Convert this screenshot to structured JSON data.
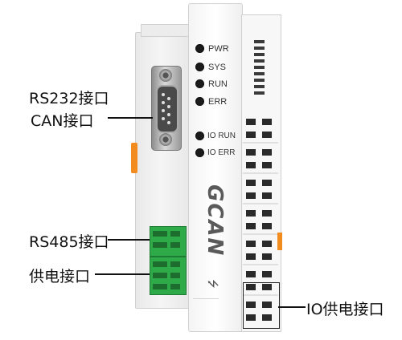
{
  "device": {
    "brand_logo": "GCAN",
    "leds": [
      {
        "label": "PWR"
      },
      {
        "label": "SYS"
      },
      {
        "label": "RUN"
      },
      {
        "label": "ERR"
      }
    ],
    "io_leds": [
      {
        "label": "IO RUN"
      },
      {
        "label": "IO ERR"
      }
    ],
    "usb_icon": "usb-icon",
    "terminal_color": "#2faa48",
    "accent_color": "#f28c1e"
  },
  "callouts": {
    "rs232": "RS232接口",
    "can": "CAN接口",
    "rs485": "RS485接口",
    "power": "供电接口",
    "io_power": "IO供电接口"
  }
}
